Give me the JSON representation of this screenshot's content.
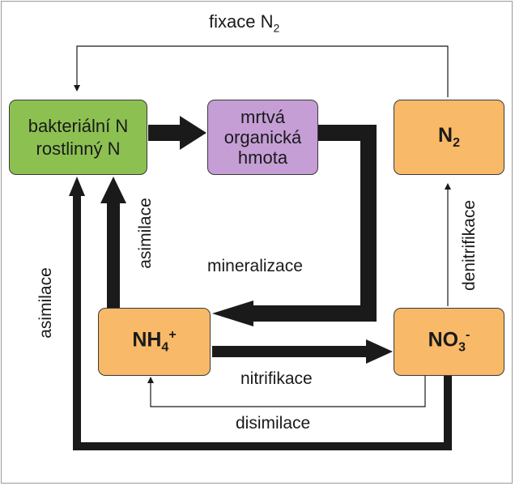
{
  "nodes": {
    "bacterial": {
      "line1": "bakteriální N",
      "line2": "rostlinný N",
      "color": "#8cc152"
    },
    "dead_matter": {
      "line1": "mrtvá",
      "line2": "organická",
      "line3": "hmota",
      "color": "#c59ed6"
    },
    "n2": {
      "base": "N",
      "sub": "2",
      "color": "#f8b968"
    },
    "nh4": {
      "base": "NH",
      "sub": "4",
      "sup": "+",
      "color": "#f8b968"
    },
    "no3": {
      "base": "NO",
      "sub": "3",
      "sup": "-",
      "color": "#f8b968"
    }
  },
  "labels": {
    "fixation": {
      "text": "fixace N",
      "sub": "2"
    },
    "mineralization": "mineralizace",
    "nitrification": "nitrifikace",
    "dissimilation": "disimilace",
    "denitrification": "denitrifikace",
    "assimilation_nh4": "asimilace",
    "assimilation_no3": "asimilace"
  }
}
